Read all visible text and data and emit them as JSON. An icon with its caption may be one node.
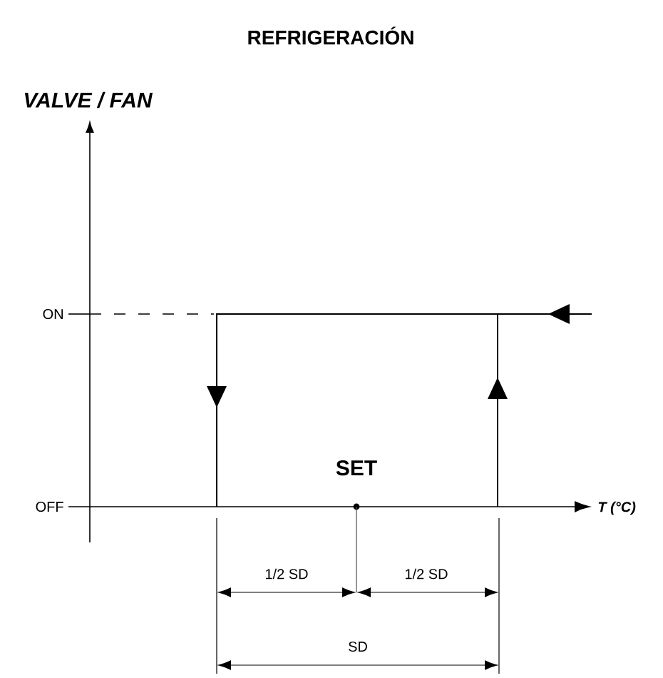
{
  "diagram": {
    "title": "REFRIGERACIÓN",
    "labels": [
      "VALVE / FAN",
      "ON",
      "OFF",
      "SET",
      "T (°C)",
      "1/2 SD",
      "1/2 SD",
      "SD"
    ]
  }
}
